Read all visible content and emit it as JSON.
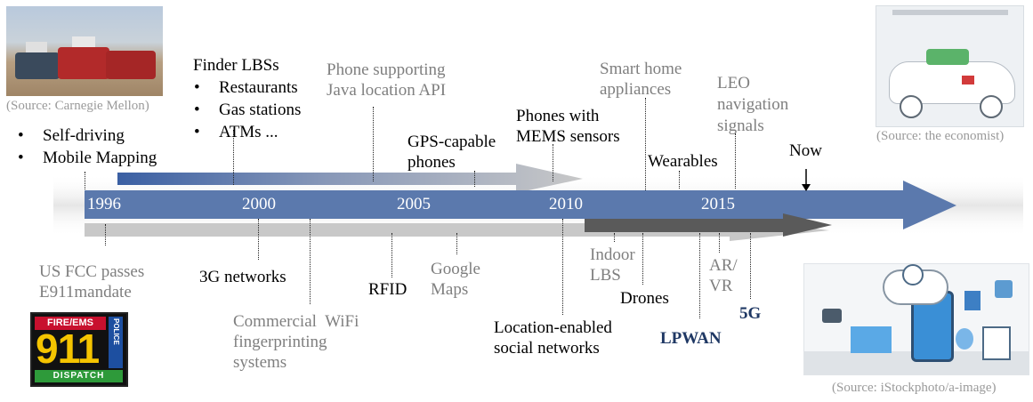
{
  "sources": {
    "cmu": "(Source: Carnegie Mellon)",
    "economist": "(Source: the economist)",
    "istock": "(Source: iStockphoto/a-image)"
  },
  "top_left_bullets": [
    "Self-driving",
    "Mobile Mapping"
  ],
  "finder": {
    "title": "Finder LBSs",
    "items": [
      "Restaurants",
      "Gas stations",
      "ATMs ..."
    ]
  },
  "years": [
    "1996",
    "2000",
    "2005",
    "2010",
    "2015"
  ],
  "events_above": {
    "java_api": [
      "Phone supporting",
      "Java location API"
    ],
    "gps_phones": [
      "GPS-capable",
      "phones"
    ],
    "mems": [
      "Phones with",
      "MEMS sensors"
    ],
    "smart_home": [
      "Smart home",
      "appliances"
    ],
    "wearables": "Wearables",
    "leo": [
      "LEO",
      "navigation",
      "signals"
    ],
    "now": "Now"
  },
  "events_below": {
    "fcc": [
      "US FCC passes",
      "E911mandate"
    ],
    "g3": "3G networks",
    "wifi": [
      "Commercial  WiFi",
      "fingerprinting",
      "systems"
    ],
    "rfid": "RFID",
    "google_maps": [
      "Google",
      "Maps"
    ],
    "social": [
      "Location-enabled",
      "social networks"
    ],
    "indoor": [
      "Indoor",
      "LBS"
    ],
    "drones": "Drones",
    "lpwan": "LPWAN",
    "arvr": [
      "AR/",
      "VR"
    ],
    "fiveg": "5G"
  },
  "logo_911": {
    "top": "FIRE/EMS",
    "number": "911",
    "side": "POLICE",
    "bottom": "DISPATCH"
  },
  "colors": {
    "timeline": "#5b79ad",
    "upper_gray_arrow": "#b8b8b8",
    "lower_gray_arrow": "#c4c4c4",
    "dark_arrow": "#5f5f5f",
    "gray_text": "#7f7f7f",
    "navy_text": "#1f3864"
  }
}
